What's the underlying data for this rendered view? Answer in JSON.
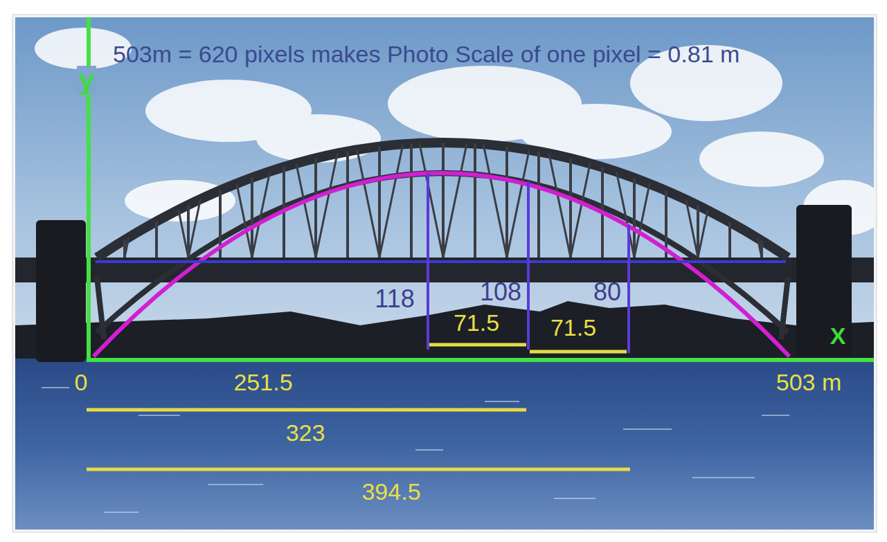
{
  "diagram": {
    "title": "503m = 620 pixels makes Photo Scale of one pixel = 0.81 m",
    "labels": [
      "y",
      "118",
      "108",
      "80",
      "71.5",
      "71.5",
      "X",
      "0",
      "251.5",
      "503 m",
      "323",
      "394.5"
    ]
  }
}
